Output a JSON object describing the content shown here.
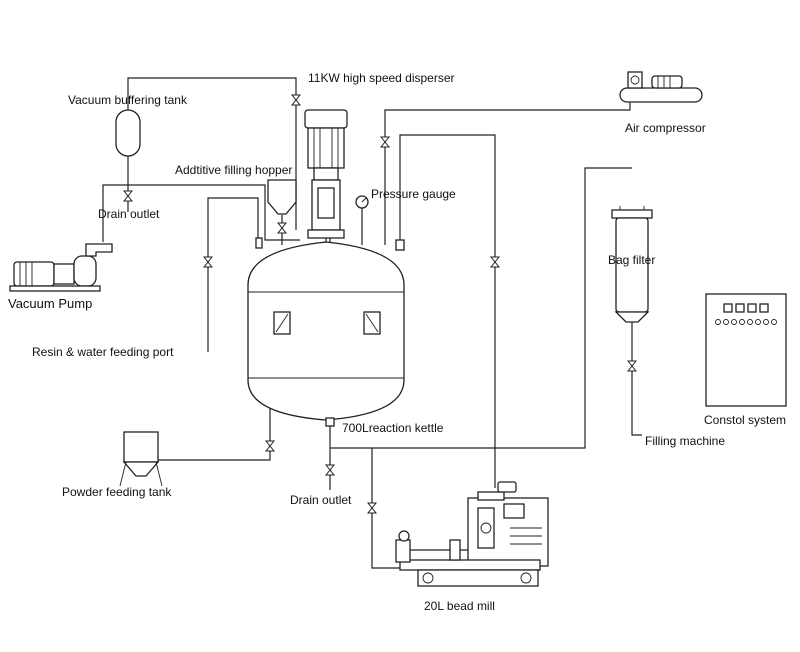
{
  "labels": {
    "disperser": "11KW high speed disperser",
    "vacuum_tank": "Vacuum buffering tank",
    "air_compressor": "Air compressor",
    "additive_hopper": "Addtitive filling hopper",
    "pressure_gauge": "Pressure gauge",
    "drain_outlet_top": "Drain outlet",
    "vacuum_pump": "Vacuum Pump",
    "bag_filter": "Bag filter",
    "resin_port": "Resin & water feeding port",
    "reaction_kettle": "700Lreaction kettle",
    "control_system": "Constol system",
    "filling_machine": "Filling machine",
    "powder_tank": "Powder feeding tank",
    "drain_outlet_bottom": "Drain outlet",
    "bead_mill": "20L bead mill"
  },
  "icons": {
    "valve": "valve-icon",
    "gauge": "pressure-gauge-icon",
    "motor": "motor-icon"
  },
  "colors": {
    "line": "#222222",
    "background": "#ffffff"
  }
}
